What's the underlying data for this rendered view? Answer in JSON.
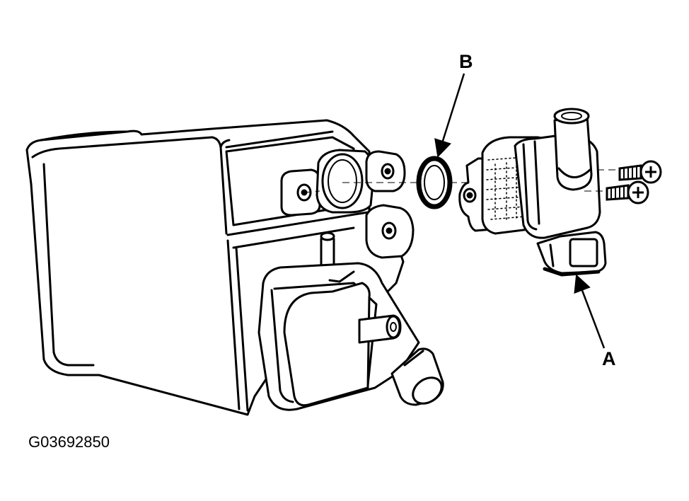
{
  "callouts": {
    "a": "A",
    "b": "B"
  },
  "figure_id": "G03692850"
}
